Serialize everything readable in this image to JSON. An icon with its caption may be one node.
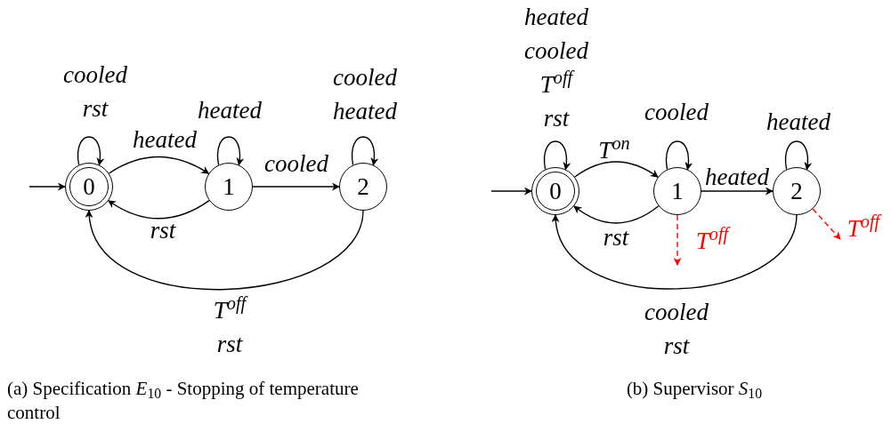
{
  "diagram": {
    "nodes": [
      {
        "text": [
          "0"
        ]
      },
      {
        "text": [
          "1"
        ]
      },
      {
        "text": [
          "2"
        ]
      },
      {
        "text": [
          "0"
        ]
      },
      {
        "text": [
          "1"
        ]
      },
      {
        "text": [
          "2"
        ]
      }
    ],
    "edges": [
      {
        "from": null,
        "to": 0,
        "arrow": "to"
      },
      {
        "from": 0,
        "to": 0,
        "arrow": "to",
        "label": "cooled rst"
      },
      {
        "from": 0,
        "to": 1,
        "arrow": "to",
        "label": "heated"
      },
      {
        "from": 1,
        "to": 0,
        "arrow": "to",
        "label": "rst"
      },
      {
        "from": 1,
        "to": 1,
        "arrow": "to",
        "label": "heated"
      },
      {
        "from": 1,
        "to": 2,
        "arrow": "to",
        "label": "cooled"
      },
      {
        "from": 2,
        "to": 2,
        "arrow": "to",
        "label": "cooled heated"
      },
      {
        "from": 2,
        "to": 0,
        "arrow": "to",
        "label": "T$^{off}$ rst"
      },
      {
        "from": null,
        "to": 3,
        "arrow": "to"
      },
      {
        "from": 3,
        "to": 3,
        "arrow": "to",
        "label": "heated cooled T$^{off}$ rst"
      },
      {
        "from": 3,
        "to": 4,
        "arrow": "to",
        "label": "T$^{on}$"
      },
      {
        "from": 4,
        "to": 3,
        "arrow": "to",
        "label": "rst"
      },
      {
        "from": 4,
        "to": 4,
        "arrow": "to",
        "label": "cooled"
      },
      {
        "from": 4,
        "to": 5,
        "arrow": "to",
        "label": "heated"
      },
      {
        "from": 5,
        "to": 5,
        "arrow": "to",
        "label": "heated"
      },
      {
        "from": 4,
        "to": null,
        "arrow": "to",
        "label": "T$^{off}$",
        "style": "dashed",
        "color": "#ff0000"
      },
      {
        "from": 5,
        "to": null,
        "arrow": "to",
        "label": "T$^{off}$",
        "style": "dashed",
        "color": "#ff0000"
      },
      {
        "from": 5,
        "to": 3,
        "arrow": "to",
        "label": "cooled rst"
      }
    ],
    "labels": [
      "(a) Specification *E*$_{10}$ - Stopping of temperature control",
      "(b) Supervisor *S*$_{10}$"
    ]
  }
}
